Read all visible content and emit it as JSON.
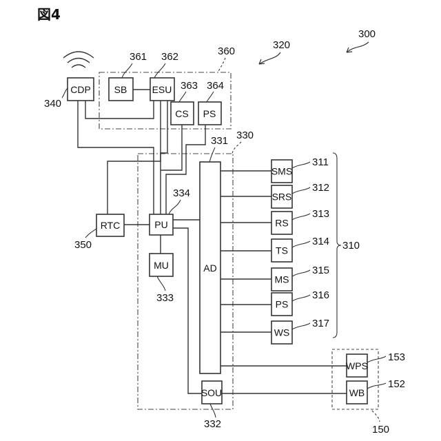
{
  "figure": {
    "title": "図4",
    "system_ref": "300",
    "subsystem_ref": "320"
  },
  "blocks": {
    "cdp": {
      "label": "CDP",
      "ref": "340"
    },
    "sb": {
      "label": "SB",
      "ref": "361"
    },
    "esu": {
      "label": "ESU",
      "ref": "362"
    },
    "cs": {
      "label": "CS",
      "ref": "363"
    },
    "ps_top": {
      "label": "PS",
      "ref": "364"
    },
    "rtc": {
      "label": "RTC",
      "ref": "350"
    },
    "pu": {
      "label": "PU",
      "ref": "334"
    },
    "mu": {
      "label": "MU",
      "ref": "333"
    },
    "ad": {
      "label": "AD",
      "ref": "331"
    },
    "sou": {
      "label": "SOU",
      "ref": "332"
    },
    "wps": {
      "label": "WPS",
      "ref": "153"
    },
    "wb": {
      "label": "WB",
      "ref": "152"
    }
  },
  "groups": {
    "g360": {
      "ref": "360"
    },
    "g330": {
      "ref": "330"
    },
    "g150": {
      "ref": "150"
    }
  },
  "sensors": {
    "group_ref": "310",
    "items": [
      {
        "label": "SMS",
        "ref": "311"
      },
      {
        "label": "SRS",
        "ref": "312"
      },
      {
        "label": "RS",
        "ref": "313"
      },
      {
        "label": "TS",
        "ref": "314"
      },
      {
        "label": "MS",
        "ref": "315"
      },
      {
        "label": "PS",
        "ref": "316"
      },
      {
        "label": "WS",
        "ref": "317"
      }
    ]
  }
}
